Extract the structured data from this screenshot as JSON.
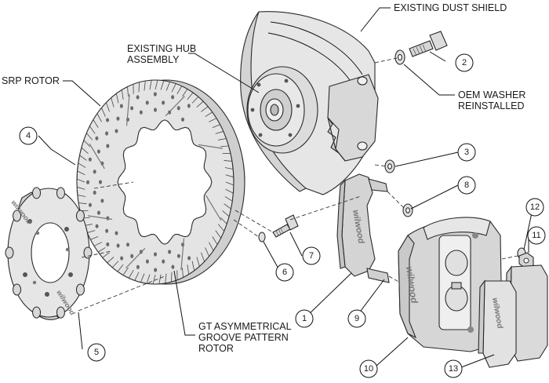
{
  "labels": {
    "dust_shield": "EXISTING DUST SHIELD",
    "hub_line1": "EXISTING HUB",
    "hub_line2": "ASSEMBLY",
    "srp_rotor": "SRP ROTOR",
    "oem_line1": "OEM WASHER",
    "oem_line2": "REINSTALLED",
    "gt_line1": "GT ASYMMETRICAL",
    "gt_line2": "GROOVE PATTERN",
    "gt_line3": "ROTOR"
  },
  "callouts": [
    "1",
    "2",
    "3",
    "4",
    "5",
    "6",
    "7",
    "8",
    "9",
    "10",
    "11",
    "12",
    "13"
  ],
  "brand": "wilwood",
  "colors": {
    "part_fill": "#e3e3e3",
    "part_shade": "#cfcfcf",
    "line": "#1a1a1a"
  }
}
